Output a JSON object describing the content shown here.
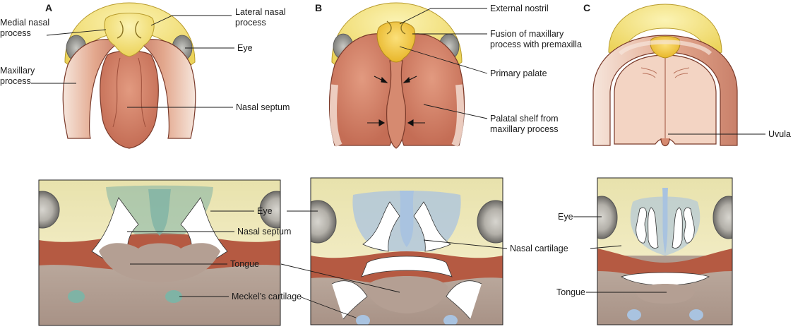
{
  "panels": {
    "A": {
      "letter": "A",
      "labels": {
        "medial_nasal_line1": "Medial nasal",
        "medial_nasal_line2": "process",
        "lateral_nasal_line1": "Lateral nasal",
        "lateral_nasal_line2": "process",
        "eye": "Eye",
        "maxillary_line1": "Maxillary",
        "maxillary_line2": "process",
        "nasal_septum": "Nasal septum"
      },
      "section_labels": {
        "eye": "Eye",
        "nasal_septum": "Nasal septum",
        "tongue": "Tongue",
        "meckels": "Meckel’s cartilage"
      }
    },
    "B": {
      "letter": "B",
      "labels": {
        "external_nostril": "External nostril",
        "fusion_line1": "Fusion of maxillary",
        "fusion_line2": "process with premaxilla",
        "primary_palate": "Primary palate",
        "palatal_shelf_line1": "Palatal shelf from",
        "palatal_shelf_line2": "maxillary process"
      },
      "section_labels": {
        "nasal_cartilage": "Nasal cartilage"
      }
    },
    "C": {
      "letter": "C",
      "labels": {
        "uvula": "Uvula"
      },
      "section_labels": {
        "eye": "Eye",
        "tongue": "Tongue"
      }
    }
  },
  "colors": {
    "frontonasal_yellow": "#f2de6c",
    "premaxilla_gold": "#f0c63a",
    "maxillary_salmon": "#e6b29a",
    "septum_red": "#cf7c62",
    "eye_grey": "#9a9a96",
    "section_yellow": "#ece6b4",
    "section_tissue": "#b39e93",
    "muscle_red": "#b55a42",
    "cartilage_teal": "#7fb3a5",
    "cartilage_blue": "#a9c3e0"
  }
}
